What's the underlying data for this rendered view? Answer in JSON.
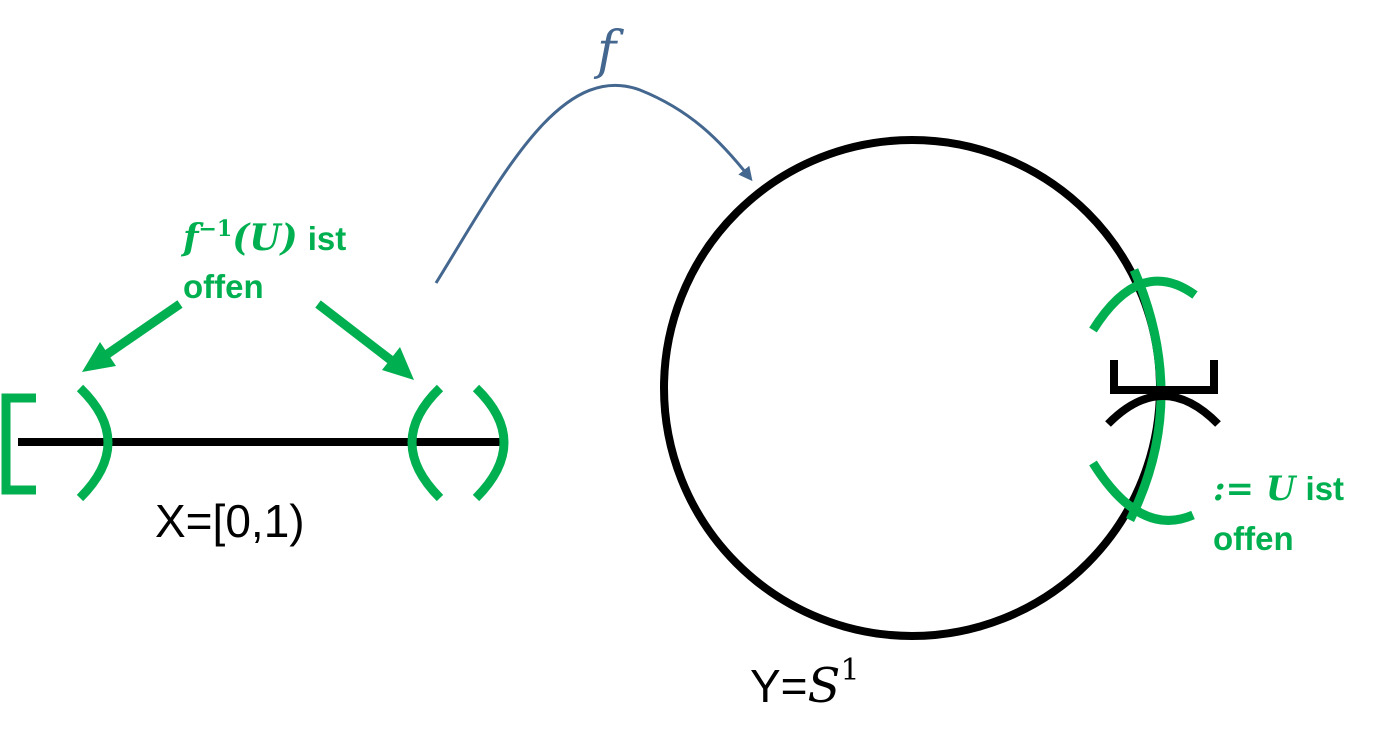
{
  "function_label": "f",
  "preimage_label": {
    "math_f": "f",
    "math_exp": "−1",
    "math_arg": "(U)",
    "suffix": "ist",
    "line2": "offen"
  },
  "open_set_label": {
    "math": ":= U",
    "suffix": "ist",
    "line2": "offen"
  },
  "domain_label": "X=[0,1)",
  "codomain_label": {
    "prefix": "Y=",
    "math_S": "S",
    "math_exp": "1"
  },
  "colors": {
    "function_arrow": "#44678f",
    "highlight": "#00b050",
    "spaces": "#000000"
  }
}
